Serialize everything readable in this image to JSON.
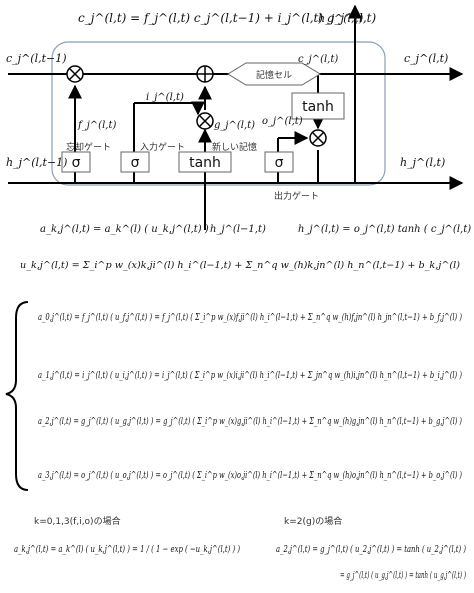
{
  "top_equation": "c_j^(l,t) = f_j^(l,t) c_j^(l,t−1) + i_j^(l,t) g_j^(l,t)",
  "diagram": {
    "input_c": "c_j^(l,t−1)",
    "input_h": "h_j^(l,t−1)",
    "output_h_top": "h_j^(l,t)",
    "output_c": "c_j^(l,t)",
    "output_h_right": "h_j^(l,t)",
    "cell_c": "c_j^(l,t)",
    "f_label": "f_j^(l,t)",
    "i_label": "i_j^(l,t)",
    "g_label": "g_j^(l,t)",
    "o_label": "o_j^(l,t)",
    "gate_sigma": "σ",
    "gate_tanh": "tanh",
    "forget_gate_jp": "忘却ゲート",
    "input_gate_jp": "入力ゲート",
    "new_memory_jp": "新しい記憶",
    "memory_cell_jp": "記憶セル",
    "output_gate_jp": "出力ゲート",
    "bottom_h_input": "h_j^(l−1,t)"
  },
  "equations": {
    "a_kj": "a_k,j^(l,t) = a_k^(l) ( u_k,j^(l,t) )",
    "h_out": "h_j^(l,t) = o_j^(l,t) tanh ( c_j^(l,t) )",
    "u_kj": "u_k,j^(l,t) = Σ_i^p w_(x)k,ji^(l) h_i^(l−1,t) + Σ_n^q w_(h)k,jn^(l) h_n^(l,t−1) + b_k,j^(l)",
    "a0": "a_0,j^(l,t) = f_j^(l,t) ( u_f,j^(l,t) ) = f_j^(l,t) ( Σ_i^p w_(x)f,ji^(l) h_i^(l−1,t) + Σ_n^q w_(h)f,jn^(l) h_jn^(l,t−1) + b_f,j^(l) )",
    "a1": "a_1,j^(l,t) = i_j^(l,t) ( u_i,j^(l,t) ) = i_j^(l,t) ( Σ_i^p w_(x)i,ji^(l) h_i^(l−1,t) + Σ_jn^q w_(h)i,jn^(l) h_n^(l,t−1) + b_i,j^(l) )",
    "a2": "a_2,j^(l,t) = g_j^(l,t) ( u_g,j^(l,t) ) = g_j^(l,t) ( Σ_i^p w_(x)g,ji^(l) h_i^(l−1,t) + Σ_n^q w_(h)g,jn^(l) h_n^(l,t−1) + b_g,j^(l) )",
    "a3": "a_3,j^(l,t) = o_j^(l,t) ( u_o,j^(l,t) ) = o_j^(l,t) ( Σ_i^p w_(x)o,ji^(l) h_i^(l−1,t) + Σ_n^q w_(h)o,jn^(l) h_n^(l,t−1) + b_o,j^(l) )"
  },
  "bottom_left": {
    "caption": "k=0,1,3(f,i,o)の場合",
    "eq": "a_k,j^(l,t) = a_k^(l) ( u_k,j^(l,t) ) = 1 / ( 1 − exp ( −u_k,j^(l,t) ) )"
  },
  "bottom_right": {
    "caption": "k=2(g)の場合",
    "eq1": "a_2,j^(l,t) = g_j^(l,t) ( u_2,j^(l,t) ) = tanh ( u_2,j^(l,t) )",
    "eq2": "= g_j^(l,t) ( u_g,j^(l,t) ) = tanh ( u_g,j^(l,t) )"
  }
}
